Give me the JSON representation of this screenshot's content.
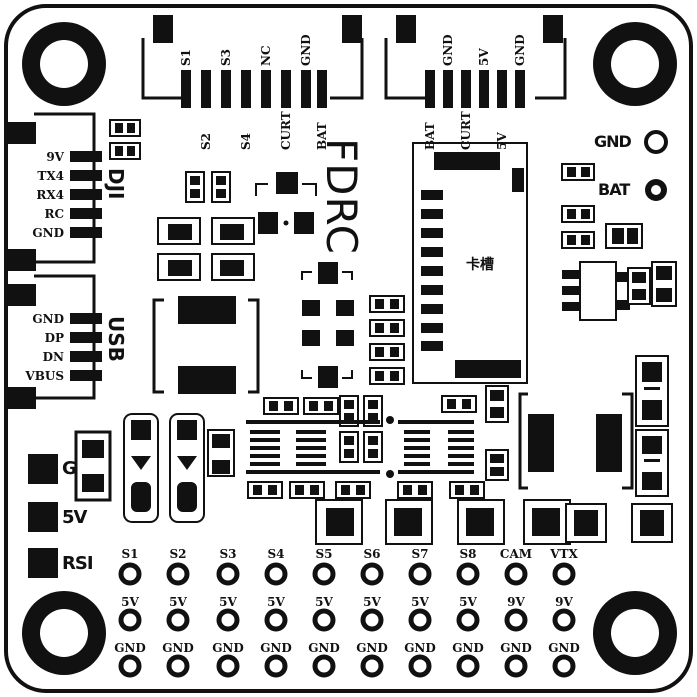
{
  "board": {
    "brand": "FDRC",
    "chip_label": "卡槽",
    "top_left_upper": [
      "S1",
      "S3",
      "NC",
      "GND"
    ],
    "top_left_lower": [
      "S2",
      "S4",
      "CURT",
      "BAT"
    ],
    "top_right_upper": [
      "GND",
      "5V",
      "GND"
    ],
    "top_right_lower": [
      "BAT",
      "CURT",
      "5V"
    ],
    "dji_title": "DJI",
    "dji_pins": [
      "9V",
      "TX4",
      "RX4",
      "RC",
      "GND"
    ],
    "usb_title": "USB",
    "usb_pins": [
      "GND",
      "DP",
      "DN",
      "VBUS"
    ],
    "right_gnd": "GND",
    "right_bat": "BAT",
    "left_pads": [
      "G",
      "5V",
      "RSI"
    ],
    "bottom_row1": [
      "S1",
      "S2",
      "S3",
      "S4",
      "S5",
      "S6",
      "S7",
      "S8",
      "CAM",
      "VTX"
    ],
    "bottom_row2": [
      "5V",
      "5V",
      "5V",
      "5V",
      "5V",
      "5V",
      "5V",
      "5V",
      "9V",
      "9V"
    ],
    "bottom_row3": [
      "GND",
      "GND",
      "GND",
      "GND",
      "GND",
      "GND",
      "GND",
      "GND",
      "GND",
      "GND"
    ]
  }
}
